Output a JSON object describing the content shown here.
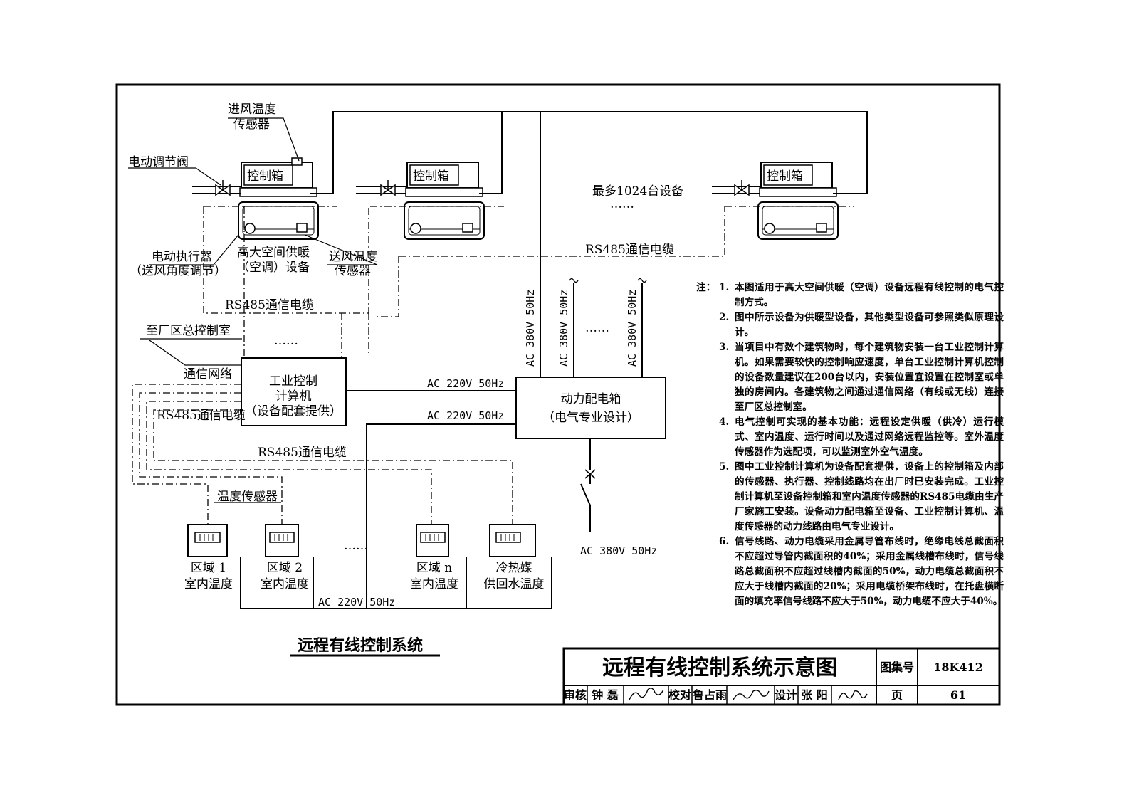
{
  "labels": {
    "inlet_air_sensor": [
      "进风温度",
      "传感器"
    ],
    "electric_valve": "电动调节阀",
    "control_box": "控制箱",
    "max_devices": "最多1024台设备",
    "ellipsis": "……",
    "actuator": [
      "电动执行器",
      "（送风角度调节）"
    ],
    "hvac_unit": [
      "高大空间供暖",
      "（空调）设备"
    ],
    "supply_air_sensor": [
      "送风温度",
      "传感器"
    ],
    "rs485_cable": "RS485通信电缆",
    "rs485_cable_2": "RS485通信电缆",
    "to_plant_control_room": "至厂区总控制室",
    "comm_network": "通信网络",
    "ipc": [
      "工业控制",
      "计算机",
      "（设备配套提供）"
    ],
    "ac220": "AC 220V 50Hz",
    "ac380": "AC 380V 50Hz",
    "power_box": [
      "动力配电箱",
      "（电气专业设计）"
    ],
    "temp_sensor": "温度传感器",
    "zone1": [
      "区域 1",
      "室内温度"
    ],
    "zone2": [
      "区域 2",
      "室内温度"
    ],
    "zonen": [
      "区域 n",
      "室内温度"
    ],
    "medium_temp": [
      "冷热媒",
      "供回水温度"
    ],
    "caption": "远程有线控制系统"
  },
  "notes": {
    "head": "注：",
    "items": [
      {
        "num": "1.",
        "text": "本图适用于高大空间供暖（空调）设备远程有线控制的电气控制方式。"
      },
      {
        "num": "2.",
        "text": "图中所示设备为供暖型设备，其他类型设备可参照类似原理设计。"
      },
      {
        "num": "3.",
        "text": "当项目中有数个建筑物时，每个建筑物安装一台工业控制计算机。如果需要较快的控制响应速度，单台工业控制计算机控制的设备数量建议在200台以内，安装位置宜设置在控制室或单独的房间内。各建筑物之间通过通信网络（有线或无线）连接至厂区总控制室。"
      },
      {
        "num": "4.",
        "text": "电气控制可实现的基本功能：远程设定供暖（供冷）运行模式、室内温度、运行时间以及通过网络远程监控等。室外温度传感器作为选配项，可以监测室外空气温度。"
      },
      {
        "num": "5.",
        "text": "图中工业控制计算机为设备配套提供，设备上的控制箱及内部的传感器、执行器、控制线路均在出厂时已安装完成。工业控制计算机至设备控制箱和室内温度传感器的RS485电缆由生产厂家施工安装。设备动力配电箱至设备、工业控制计算机、温度传感器的动力线路由电气专业设计。"
      },
      {
        "num": "6.",
        "text": "信号线路、动力电缆采用金属导管布线时，绝缘电线总截面积不应超过导管内截面积的40%；采用金属线槽布线时，信号线路总截面积不应超过线槽内截面的50%，动力电缆总截面积不应大于线槽内截面的20%；采用电缆桥架布线时，在托盘横断面的填充率信号线路不应大于50%，动力电缆不应大于40%。"
      }
    ]
  },
  "title_block": {
    "title": "远程有线控制系统示意图",
    "atlas_label": "图集号",
    "atlas_no": "18K412",
    "review_label": "审核",
    "reviewer": "钟 磊",
    "check_label": "校对",
    "checker": "鲁占雨",
    "design_label": "设计",
    "designer": "张 阳",
    "page_label": "页",
    "page_no": "61"
  }
}
